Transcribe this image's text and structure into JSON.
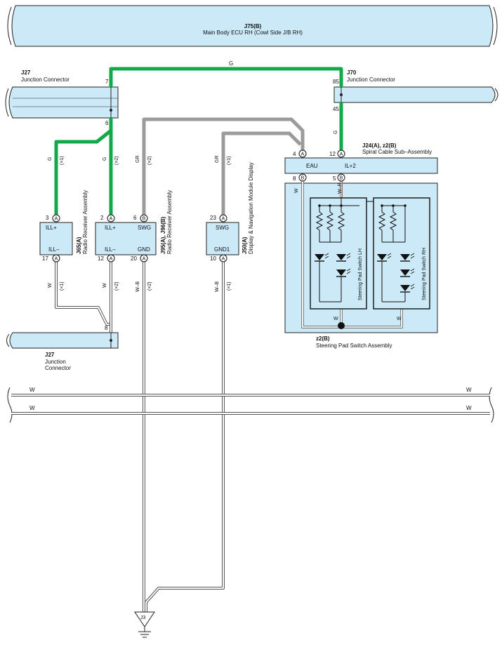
{
  "colors": {
    "green": "#13a84a",
    "gray": "#9b9b9b",
    "blue_fill": "#cce9f8",
    "white_wire_outline": "#555555",
    "red_stripe": "#e03030"
  },
  "components": {
    "j75": {
      "code": "J75(B)",
      "name": "Main Body ECU RH (Cowl Side J/B RH)"
    },
    "j27_top": {
      "code": "J27",
      "name": "Junction Connector",
      "pin_top": "7",
      "pin_bottom": "6"
    },
    "j70": {
      "code": "J70",
      "name": "Junction Connector",
      "pin_top": "85",
      "pin_bottom": "45"
    },
    "j24": {
      "code": "J24(A), z2(B)",
      "name": "Spiral Cable Sub–Assembly",
      "pin_eau": "4",
      "pin_eau_conn": "A",
      "label_eau": "EAU",
      "pin_il2": "12",
      "pin_il2_conn": "A",
      "label_il2": "IL+2",
      "pin_b8": "8",
      "pin_b8_conn": "B",
      "pin_b5": "5",
      "pin_b5_conn": "B"
    },
    "j65": {
      "code": "J65(A)",
      "name": "Radio Receiver Assembly",
      "pin_top": "3",
      "pin_top_conn": "A",
      "label_top": "ILL+",
      "pin_bottom": "17",
      "pin_bottom_conn": "A",
      "label_bottom": "ILL–"
    },
    "j95": {
      "code": "J95(A), J96(B)",
      "name": "Radio Receiver Assembly",
      "pin_ill_plus": "2",
      "pin_ill_plus_conn": "A",
      "label_ill_plus": "ILL+",
      "pin_swg": "6",
      "pin_swg_conn": "B",
      "label_swg": "SWG",
      "pin_ill_minus": "12",
      "pin_ill_minus_conn": "A",
      "label_ill_minus": "ILL–",
      "pin_gnd": "20",
      "pin_gnd_conn": "A",
      "label_gnd": "GND"
    },
    "j50": {
      "code": "J50(A)",
      "name": "Display & Navigation Module Display",
      "pin_top": "23",
      "pin_top_conn": "A",
      "label_top": "SWG",
      "pin_bottom": "10",
      "pin_bottom_conn": "A",
      "label_bottom": "GND1"
    },
    "z2": {
      "code": "z2(B)",
      "name": "Steering Pad Switch Assembly",
      "switch_lh": "Steering Pad Switch LH",
      "switch_rh": "Steering Pad Switch RH"
    },
    "j27_bottom": {
      "code": "J27",
      "name_line1": "Junction",
      "name_line2": "Connector",
      "pin": "8"
    },
    "j3": {
      "code": "J3"
    }
  },
  "wires": {
    "g": "G",
    "gr": "GR",
    "w": "W",
    "wb": "W–B",
    "wr": "W–R",
    "note1": "(×1)",
    "note2": "(×2)"
  }
}
